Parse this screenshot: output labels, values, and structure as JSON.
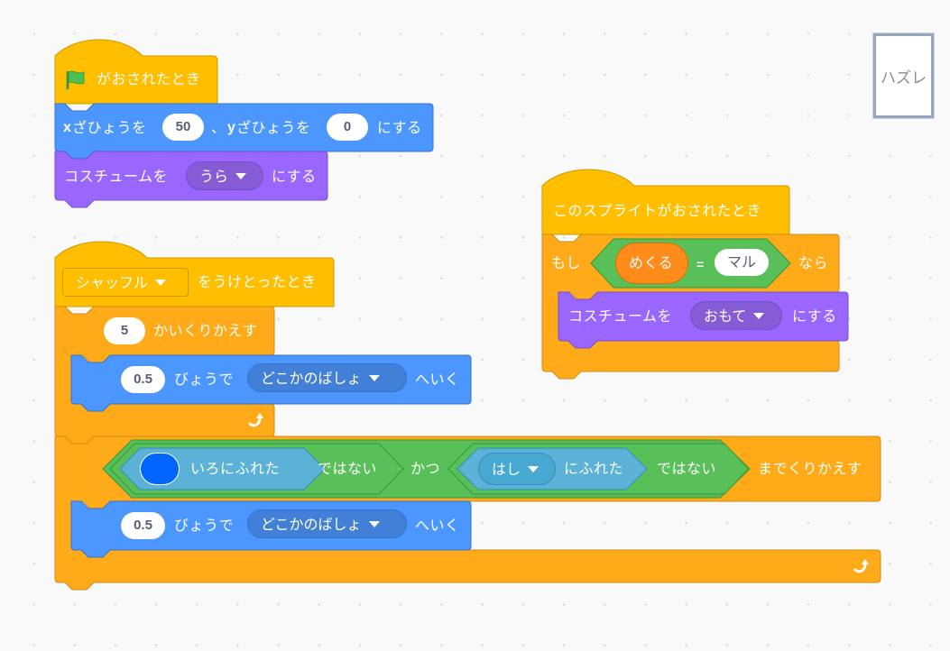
{
  "colors": {
    "events": "#ffbf00",
    "events_border": "#cc9900",
    "control": "#ffab19",
    "control_border": "#cf8b17",
    "motion": "#4c97ff",
    "motion_border": "#3373cc",
    "looks": "#9966ff",
    "looks_border": "#774dcb",
    "operators": "#59c059",
    "operators_border": "#389438",
    "sensing": "#5cb1d6",
    "sensing_border": "#2e8eb8",
    "variables": "#ff8c1a",
    "color_swatch": "#0066ff"
  },
  "costume_thumbnail": {
    "label": "ハズレ"
  },
  "script1": {
    "hat": {
      "icon": "green-flag-icon",
      "label": "がおされたとき"
    },
    "goto_xy": {
      "x_prefix": "x",
      "x_label": "ざひょうを",
      "x_value": "50",
      "separator": "、",
      "y_prefix": "y",
      "y_label": "ざひょうを",
      "y_value": "0",
      "suffix": "にする"
    },
    "switch_costume": {
      "label": "コスチュームを",
      "value": "うら",
      "suffix": "にする"
    }
  },
  "script2": {
    "hat": {
      "label": "このスプライトがおされたとき"
    },
    "if": {
      "prefix": "もし",
      "variable": "めくる",
      "operator": "=",
      "value": "マル",
      "suffix": "なら"
    },
    "switch_costume": {
      "label": "コスチュームを",
      "value": "おもて",
      "suffix": "にする"
    }
  },
  "script3": {
    "hat": {
      "message": "シャッフル",
      "label": "をうけとったとき"
    },
    "repeat": {
      "count": "5",
      "label": "かいくりかえす"
    },
    "glide1": {
      "seconds": "0.5",
      "label": "びょうで",
      "target": "どこかのばしょ",
      "suffix": "へいく"
    },
    "repeat_until": {
      "touching_color_label": "いろにふれた",
      "not1": "ではない",
      "and": "かつ",
      "touching_target": "はし",
      "touching_label": "にふれた",
      "not2": "ではない",
      "suffix": "までくりかえす"
    },
    "glide2": {
      "seconds": "0.5",
      "label": "びょうで",
      "target": "どこかのばしょ",
      "suffix": "へいく"
    }
  }
}
